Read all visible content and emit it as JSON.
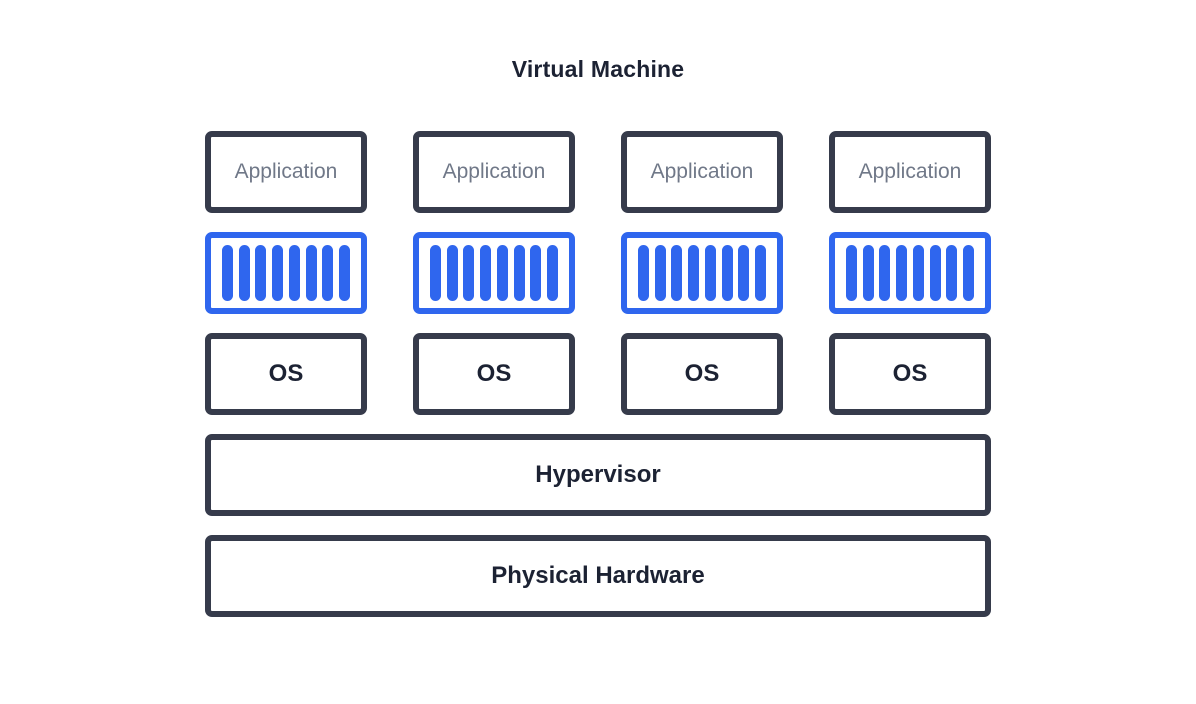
{
  "title": "Virtual Machine",
  "colors": {
    "frame": "#363b4b",
    "accent": "#2f66ee",
    "app_text": "#707888",
    "text": "#1c2233"
  },
  "vms": [
    {
      "app": "Application",
      "os": "OS"
    },
    {
      "app": "Application",
      "os": "OS"
    },
    {
      "app": "Application",
      "os": "OS"
    },
    {
      "app": "Application",
      "os": "OS"
    }
  ],
  "hypervisor": "Hypervisor",
  "hardware": "Physical Hardware"
}
